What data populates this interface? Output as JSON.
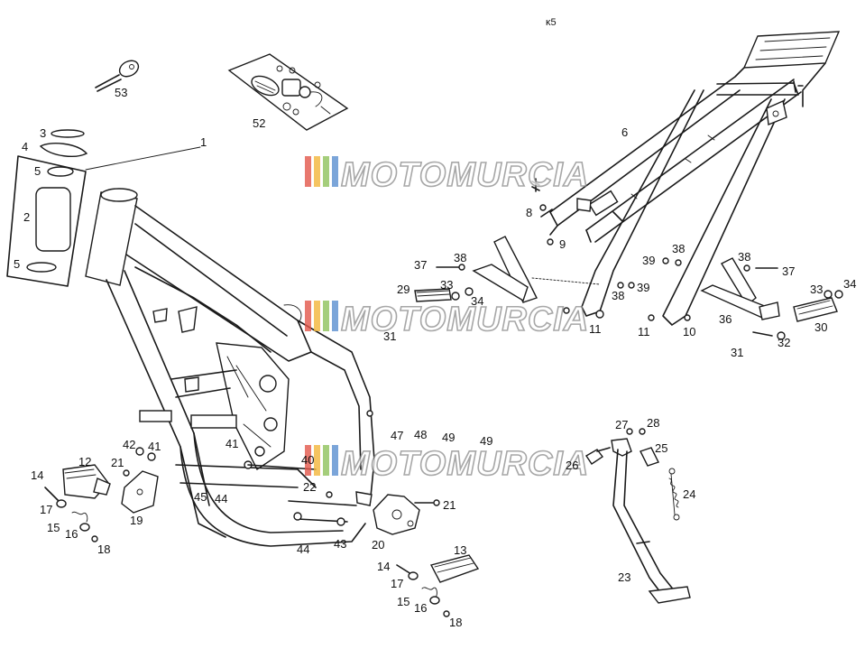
{
  "figure_mark": "ĸ5",
  "watermark": {
    "text": "MOTOMURCIA",
    "stripe_colors": [
      "#e2564a",
      "#f2b53a",
      "#8fc25a",
      "#5a8fd0"
    ]
  },
  "callouts": [
    {
      "id": "c1",
      "text": "1"
    },
    {
      "id": "c2",
      "text": "2"
    },
    {
      "id": "c3",
      "text": "3"
    },
    {
      "id": "c4",
      "text": "4"
    },
    {
      "id": "c5a",
      "text": "5"
    },
    {
      "id": "c5b",
      "text": "5"
    },
    {
      "id": "c6",
      "text": "6"
    },
    {
      "id": "c8",
      "text": "8"
    },
    {
      "id": "c9",
      "text": "9"
    },
    {
      "id": "c10",
      "text": "10"
    },
    {
      "id": "c11a",
      "text": "11"
    },
    {
      "id": "c11b",
      "text": "11"
    },
    {
      "id": "c12",
      "text": "12"
    },
    {
      "id": "c13",
      "text": "13"
    },
    {
      "id": "c14a",
      "text": "14"
    },
    {
      "id": "c14b",
      "text": "14"
    },
    {
      "id": "c15a",
      "text": "15"
    },
    {
      "id": "c15b",
      "text": "15"
    },
    {
      "id": "c16a",
      "text": "16"
    },
    {
      "id": "c16b",
      "text": "16"
    },
    {
      "id": "c17a",
      "text": "17"
    },
    {
      "id": "c17b",
      "text": "17"
    },
    {
      "id": "c18a",
      "text": "18"
    },
    {
      "id": "c18b",
      "text": "18"
    },
    {
      "id": "c19",
      "text": "19"
    },
    {
      "id": "c20",
      "text": "20"
    },
    {
      "id": "c21a",
      "text": "21"
    },
    {
      "id": "c21b",
      "text": "21"
    },
    {
      "id": "c22",
      "text": "22"
    },
    {
      "id": "c23",
      "text": "23"
    },
    {
      "id": "c24",
      "text": "24"
    },
    {
      "id": "c25",
      "text": "25"
    },
    {
      "id": "c26",
      "text": "26"
    },
    {
      "id": "c27",
      "text": "27"
    },
    {
      "id": "c28",
      "text": "28"
    },
    {
      "id": "c29",
      "text": "29"
    },
    {
      "id": "c30",
      "text": "30"
    },
    {
      "id": "c31a",
      "text": "31"
    },
    {
      "id": "c31b",
      "text": "31"
    },
    {
      "id": "c32",
      "text": "32"
    },
    {
      "id": "c33a",
      "text": "33"
    },
    {
      "id": "c33b",
      "text": "33"
    },
    {
      "id": "c34a",
      "text": "34"
    },
    {
      "id": "c34b",
      "text": "34"
    },
    {
      "id": "c36",
      "text": "36"
    },
    {
      "id": "c37a",
      "text": "37"
    },
    {
      "id": "c37b",
      "text": "37"
    },
    {
      "id": "c38a",
      "text": "38"
    },
    {
      "id": "c38b",
      "text": "38"
    },
    {
      "id": "c38c",
      "text": "38"
    },
    {
      "id": "c38d",
      "text": "38"
    },
    {
      "id": "c39a",
      "text": "39"
    },
    {
      "id": "c39b",
      "text": "39"
    },
    {
      "id": "c40",
      "text": "40"
    },
    {
      "id": "c41a",
      "text": "41"
    },
    {
      "id": "c41b",
      "text": "41"
    },
    {
      "id": "c42",
      "text": "42"
    },
    {
      "id": "c43",
      "text": "43"
    },
    {
      "id": "c44a",
      "text": "44"
    },
    {
      "id": "c44b",
      "text": "44"
    },
    {
      "id": "c45",
      "text": "45"
    },
    {
      "id": "c47",
      "text": "47"
    },
    {
      "id": "c48",
      "text": "48"
    },
    {
      "id": "c49a",
      "text": "49"
    },
    {
      "id": "c49b",
      "text": "49"
    },
    {
      "id": "c52",
      "text": "52"
    },
    {
      "id": "c53",
      "text": "53"
    }
  ]
}
